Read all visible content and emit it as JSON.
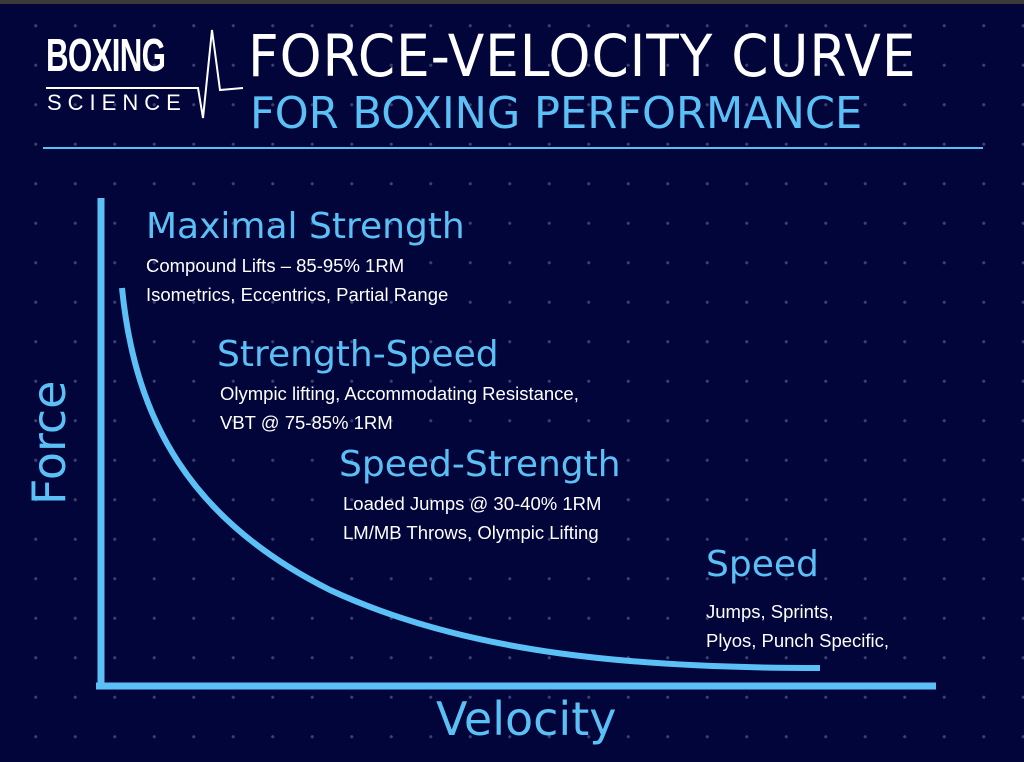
{
  "logo": {
    "line1": "BOXING",
    "line2": "SCIENCE"
  },
  "title": {
    "line1": "FORCE-VELOCITY CURVE",
    "line2": "FOR BOXING PERFORMANCE"
  },
  "axes": {
    "y": "Force",
    "x": "Velocity"
  },
  "zones": [
    {
      "heading": "Maximal Strength",
      "lines": [
        "Compound Lifts – 85-95% 1RM",
        "Isometrics, Eccentrics, Partial Range"
      ]
    },
    {
      "heading": "Strength-Speed",
      "lines": [
        "Olympic lifting, Accommodating Resistance,",
        "VBT @ 75-85% 1RM"
      ]
    },
    {
      "heading": "Speed-Strength",
      "lines": [
        "Loaded Jumps @ 30-40% 1RM",
        "LM/MB Throws, Olympic Lifting"
      ]
    },
    {
      "heading": "Speed",
      "lines": [
        "Jumps, Sprints,",
        "Plyos, Punch Specific,"
      ]
    }
  ],
  "colors": {
    "background": "#02053a",
    "accent": "#5bc0f5",
    "text": "#ffffff"
  }
}
